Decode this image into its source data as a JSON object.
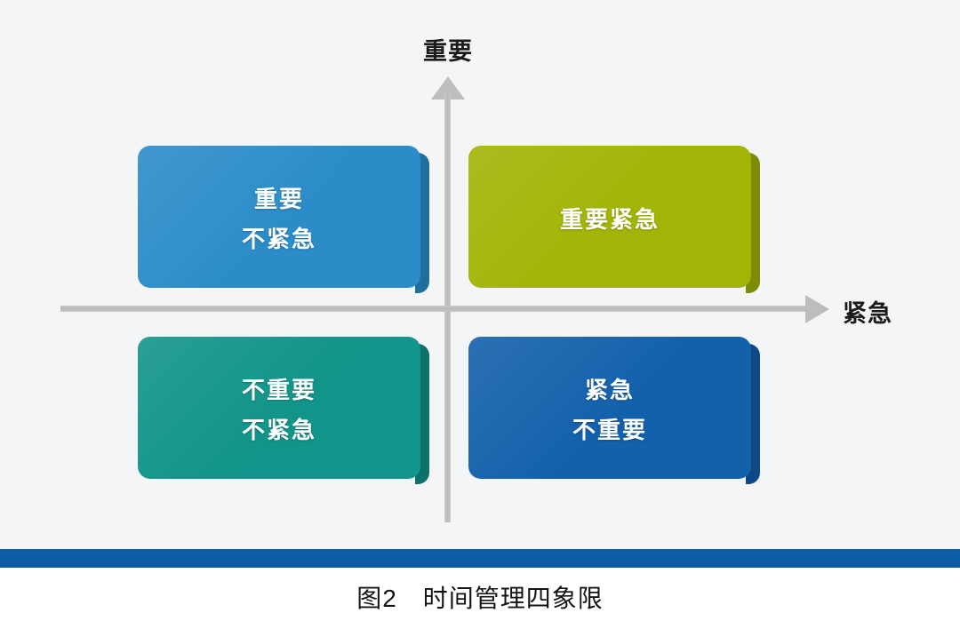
{
  "figure": {
    "caption": "图2　时间管理四象限",
    "background_color": "#f4f5f6",
    "rule_color": "#0b5da5"
  },
  "axes": {
    "vertical_label": "重要",
    "horizontal_label": "紧急",
    "axis_color": "#bcbdbf"
  },
  "chart_data": {
    "type": "scatter",
    "title": "图2　时间管理四象限",
    "xlabel": "紧急",
    "ylabel": "重要",
    "grid": false,
    "legend": "none",
    "quadrants": [
      {
        "position": "top-left",
        "lines": [
          "重要",
          "不紧急"
        ],
        "color": "#2b8cc8",
        "shadow_color": "#1e6e9e",
        "x_sign": "negative",
        "y_sign": "positive"
      },
      {
        "position": "top-right",
        "lines": [
          "重要紧急"
        ],
        "color": "#a2b406",
        "shadow_color": "#7e8c05",
        "x_sign": "positive",
        "y_sign": "positive"
      },
      {
        "position": "bottom-left",
        "lines": [
          "不重要",
          "不紧急"
        ],
        "color": "#119489",
        "shadow_color": "#0c7168",
        "x_sign": "negative",
        "y_sign": "negative"
      },
      {
        "position": "bottom-right",
        "lines": [
          "紧急",
          "不重要"
        ],
        "color": "#1360ab",
        "shadow_color": "#0d4a85",
        "x_sign": "positive",
        "y_sign": "negative"
      }
    ]
  }
}
